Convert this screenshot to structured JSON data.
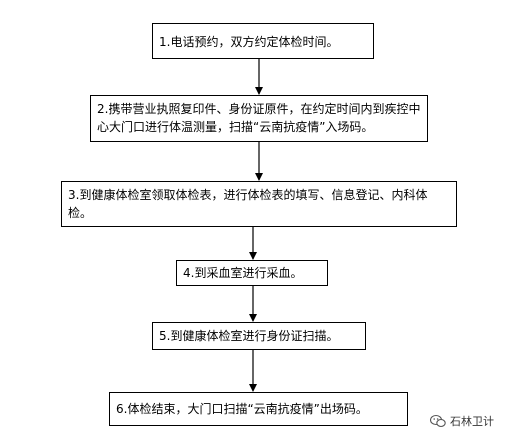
{
  "steps": [
    {
      "text": "1.电话预约，双方约定体检时间。"
    },
    {
      "text": "2.携带营业执照复印件、身份证原件，在约定时间内到疾控中心大门口进行体温测量，扫描“云南抗疫情”入场码。"
    },
    {
      "text": "3.到健康体检室领取体检表，进行体检表的填写、信息登记、内科体检。"
    },
    {
      "text": "4.到采血室进行采血。"
    },
    {
      "text": "5.到健康体检室进行身份证扫描。"
    },
    {
      "text": "6.体检结束，大门口扫描“云南抗疫情”出场码。"
    }
  ],
  "watermark": {
    "text": "石林卫计",
    "icon": "wechat-icon"
  },
  "colors": {
    "line": "#000000",
    "background": "#ffffff"
  }
}
